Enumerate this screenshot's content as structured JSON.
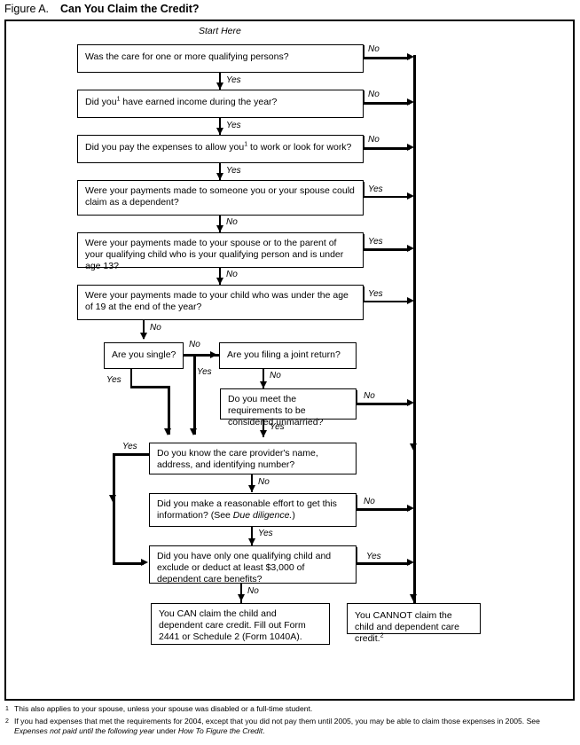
{
  "figure": {
    "label": "Figure A.",
    "title": "Can You Claim the Credit?",
    "start_label": "Start Here"
  },
  "nodes": {
    "q1": "Was the care for one or more qualifying persons?",
    "q2_a": "Did you",
    "q2_sup": "1",
    "q2_b": " have earned income during the year?",
    "q3_a": "Did you pay the expenses to allow you",
    "q3_sup": "1",
    "q3_b": " to work or look for work?",
    "q4": "Were your payments made to someone you or your spouse could claim as a dependent?",
    "q5": "Were your payments made to your spouse or to the parent of your qualifying child who is your qualifying person and is under age 13?",
    "q6": "Were your payments made to your child who was under the age of 19 at the end of the year?",
    "q7": "Are you single?",
    "q8": "Are you filing a joint return?",
    "q9": "Do you meet the requirements to be considered unmarried?",
    "q10": "Do you know the care provider's name, address, and identifying number?",
    "q11_a": "Did you make a reasonable effort to get this information? (See ",
    "q11_em": "Due diligence.",
    "q11_b": ")",
    "q12": "Did you have only one qualifying child and exclude or deduct at least $3,000 of dependent care benefits?",
    "result_can": "You CAN claim the child and dependent care credit. Fill out Form 2441 or Schedule 2 (Form 1040A).",
    "result_cannot_a": "You CANNOT claim the child and dependent care credit.",
    "result_cannot_sup": "2"
  },
  "edges": {
    "yes": "Yes",
    "no": "No",
    "q1_exit": "No",
    "q1_down": "Yes",
    "q2_exit": "No",
    "q2_down": "Yes",
    "q3_exit": "No",
    "q3_down": "Yes",
    "q4_exit": "Yes",
    "q4_down": "No",
    "q5_exit": "Yes",
    "q5_down": "No",
    "q6_exit": "Yes",
    "q6_down": "No",
    "q7_right": "No",
    "q7_down": "Yes",
    "q8_down": "No",
    "q8_yes": "Yes",
    "q9_exit": "No",
    "q9_down": "Yes",
    "q10_yes": "Yes",
    "q10_down": "No",
    "q11_exit": "No",
    "q11_down": "Yes",
    "q12_exit": "Yes",
    "q12_down": "No"
  },
  "footnotes": {
    "one_marker": "1",
    "one_text": "This also applies to your spouse, unless your spouse was disabled or a full-time student.",
    "two_marker": "2",
    "two_text_a": "If you had expenses that met the requirements for 2004, except that you did not pay them until 2005, you may be able to claim those expenses in 2005. See ",
    "two_text_em1": "Expenses not paid until the following year",
    "two_text_mid": " under ",
    "two_text_em2": "How To Figure the Credit",
    "two_text_end": "."
  },
  "colors": {
    "ink": "#000000",
    "paper": "#ffffff"
  }
}
